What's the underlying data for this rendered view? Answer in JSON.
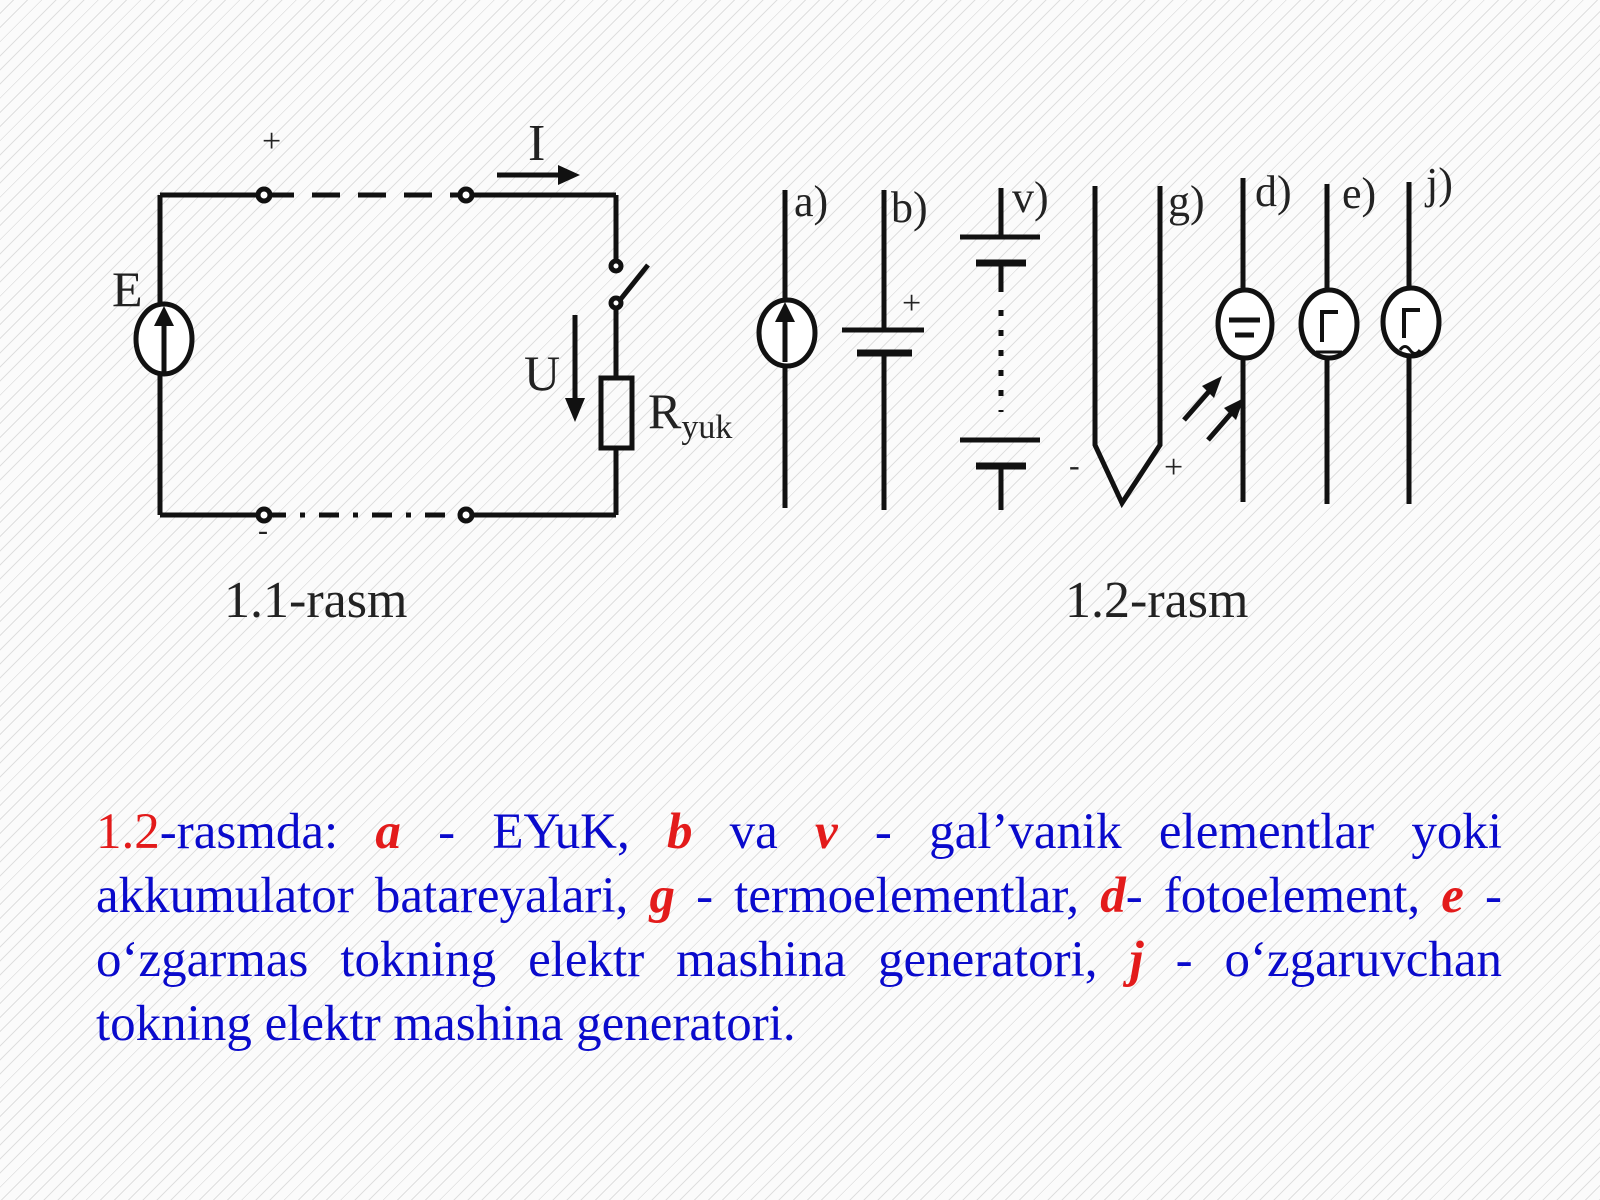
{
  "figure1": {
    "plus_label": "+",
    "minus_label": "-",
    "current_label": "I",
    "emf_label": "E",
    "voltage_label": "U",
    "load_label_main": "R",
    "load_label_sub": "yuk",
    "caption": "1.1-rasm"
  },
  "figure2": {
    "labels": {
      "a": "a)",
      "b": "b)",
      "v": "v)",
      "g": "g)",
      "d": "d)",
      "e": "e)",
      "j": "j)"
    },
    "battery_plus": "+",
    "thermo_minus": "-",
    "thermo_plus": "+",
    "caption": "1.2-rasm"
  },
  "description": {
    "num": "1.2",
    "s1": "-rasmda: ",
    "a": "a",
    "s2": " - EYuK, ",
    "b": "b",
    "s3": " va ",
    "v": "v",
    "s4": " - gal’vanik elementlar yoki akkumulator batareyalari, ",
    "g": "g",
    "s5": " - termoelementlar, ",
    "d": "d",
    "s6": "- fotoelement, ",
    "e": "e",
    "s7": " - o‘zgarmas tokning elektr mashina generatori, ",
    "j": "j",
    "s8": " - o‘zgaruvchan tokning elektr mashina generatori."
  },
  "colors": {
    "text_blue": "#0a0acc",
    "accent_red": "#e31b1b",
    "line_black": "#111111"
  }
}
